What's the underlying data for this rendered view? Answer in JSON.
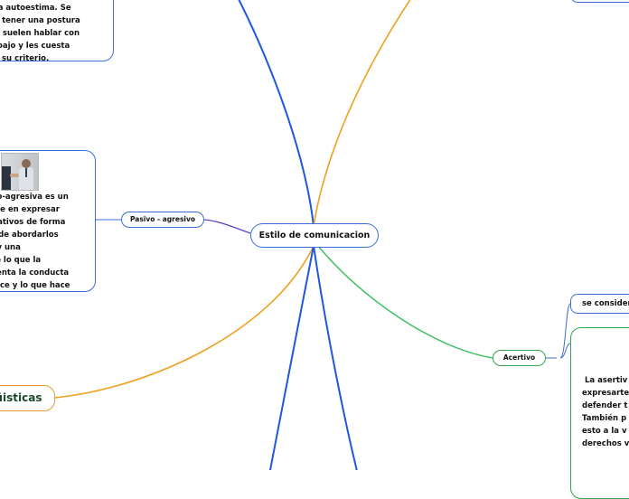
{
  "root": {
    "label": "Estilo de comunicacion"
  },
  "branches": {
    "pasivo_agresivo": {
      "label": "Pasivo - agresivo",
      "color": "#3a6fd8"
    },
    "acertivo": {
      "label": "Acertivo",
      "color": "#2fa84f"
    },
    "linguisticas": {
      "label": "üisticas",
      "color": "#e69a2a"
    }
  },
  "text_boxes": {
    "top_left": {
      "lines": [
        "baja autoestima. Se",
        "por tener una postura",
        "isa, suelen hablar con",
        "oz bajo y les cuesta",
        "der su criterio."
      ]
    },
    "pasivo_detail": {
      "lines": [
        "vo-agresiva es un",
        "ste en expresar",
        "gativos de forma",
        "r de abordarlos",
        "ay una",
        "re lo que la",
        "senta la conducta",
        "dice y lo que hace"
      ]
    },
    "considera": {
      "text": "se consider"
    },
    "asertiva_detail": {
      "lines": [
        " La asertiv",
        "expresarte",
        "defender t",
        "También p",
        "esto a la v",
        "derechos v"
      ]
    }
  },
  "image": {
    "icon": "handshake-photo"
  }
}
